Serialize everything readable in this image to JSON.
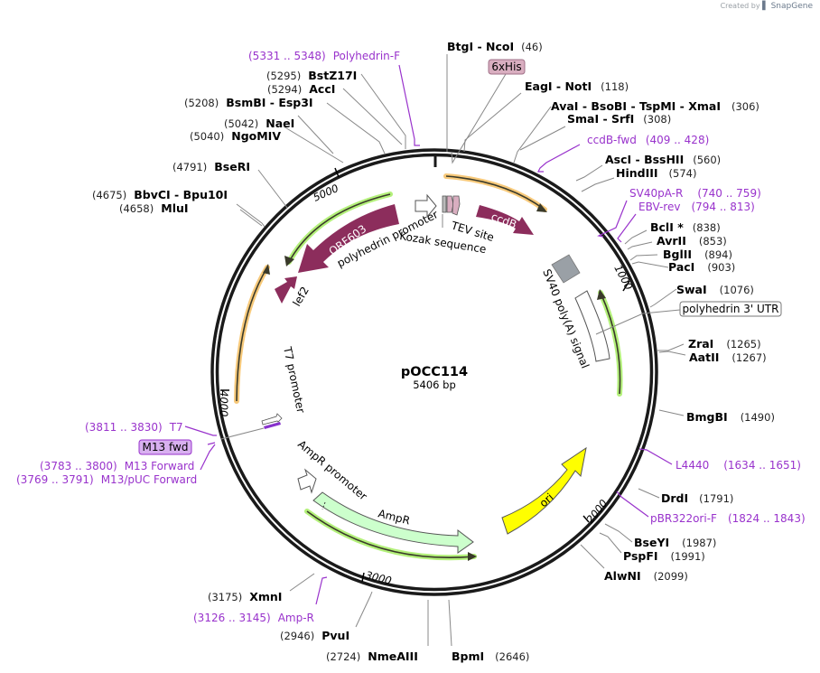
{
  "credit": {
    "prefix": "Created by",
    "brand": "SnapGene"
  },
  "plasmid": {
    "name": "pOCC114",
    "length": "5406 bp"
  },
  "ticks": [
    "1000",
    "2000",
    "3000",
    "4000",
    "5000"
  ],
  "enzymes": [
    {
      "name": "BtgI  - NcoI",
      "pos": "(46)"
    },
    {
      "name": "EagI  - NotI",
      "pos": "(118)"
    },
    {
      "name": "AvaI  - BsoBI  - TspMI  - XmaI",
      "pos": "(306)"
    },
    {
      "name": "SmaI  - SrfI",
      "pos": "(308)"
    },
    {
      "name": "AscI  - BssHII",
      "pos": "(560)"
    },
    {
      "name": "HindIII",
      "pos": "(574)"
    },
    {
      "name": "BclI *",
      "pos": "(838)"
    },
    {
      "name": "AvrII",
      "pos": "(853)"
    },
    {
      "name": "BglII",
      "pos": "(894)"
    },
    {
      "name": "PacI",
      "pos": "(903)"
    },
    {
      "name": "SwaI",
      "pos": "(1076)"
    },
    {
      "name": "ZraI",
      "pos": "(1265)"
    },
    {
      "name": "AatII",
      "pos": "(1267)"
    },
    {
      "name": "BmgBI",
      "pos": "(1490)"
    },
    {
      "name": "DrdI",
      "pos": "(1791)"
    },
    {
      "name": "BseYI",
      "pos": "(1987)"
    },
    {
      "name": "PspFI",
      "pos": "(1991)"
    },
    {
      "name": "AlwNI",
      "pos": "(2099)"
    },
    {
      "name": "BpmI",
      "pos": "(2646)"
    },
    {
      "name": "NmeAIII",
      "pos": "(2724)"
    },
    {
      "name": "PvuI",
      "pos": "(2946)"
    },
    {
      "name": "XmnI",
      "pos": "(3175)"
    },
    {
      "name": "MluI",
      "pos": "(4658)"
    },
    {
      "name": "BbvCI  - Bpu10I",
      "pos": "(4675)"
    },
    {
      "name": "BseRI",
      "pos": "(4791)"
    },
    {
      "name": "NgoMIV",
      "pos": "(5040)"
    },
    {
      "name": "NaeI",
      "pos": "(5042)"
    },
    {
      "name": "BsmBI  - Esp3I",
      "pos": "(5208)"
    },
    {
      "name": "AccI",
      "pos": "(5294)"
    },
    {
      "name": "BstZ17I",
      "pos": "(5295)"
    }
  ],
  "primers": [
    {
      "name": "Polyhedrin-F",
      "range": "(5331 .. 5348)"
    },
    {
      "name": "ccdB-fwd",
      "range": "(409 .. 428)"
    },
    {
      "name": "SV40pA-R",
      "range": "(740 .. 759)"
    },
    {
      "name": "EBV-rev",
      "range": "(794 .. 813)"
    },
    {
      "name": "L4440",
      "range": "(1634 .. 1651)"
    },
    {
      "name": "pBR322ori-F",
      "range": "(1824 .. 1843)"
    },
    {
      "name": "Amp-R",
      "range": "(3126 .. 3145)"
    },
    {
      "name": "T7",
      "range": "(3811 .. 3830)"
    },
    {
      "name": "M13 Forward",
      "range": "(3783 .. 3800)"
    },
    {
      "name": "M13/pUC Forward",
      "range": "(3769 .. 3791)"
    }
  ],
  "boxed_features": {
    "his": "6xHis",
    "utr": "polyhedrin 3' UTR",
    "m13": "M13 fwd"
  },
  "features": {
    "orf603": "ORF603",
    "polh_promoter": "polyhedrin promoter",
    "kozak": "Kozak sequence",
    "tev": "TEV site",
    "ccdb": "ccdB",
    "sv40": "SV40 poly(A) signal",
    "lef2": "lef2",
    "t7prom": "T7 promoter",
    "ampr_prom": "AmpR promoter",
    "ampr": "AmpR",
    "ori": "ori"
  },
  "colors": {
    "ring": "#1a1a1a",
    "primer": "#9933cc",
    "orf": "#8c2d5c",
    "ori": "#ffff00",
    "ampr": "#ccffcc",
    "orange_orf": "#f7c97a",
    "green_orf": "#b3f07a",
    "his_box": "#d9aec0",
    "m13_box": "#d8b0f0"
  }
}
